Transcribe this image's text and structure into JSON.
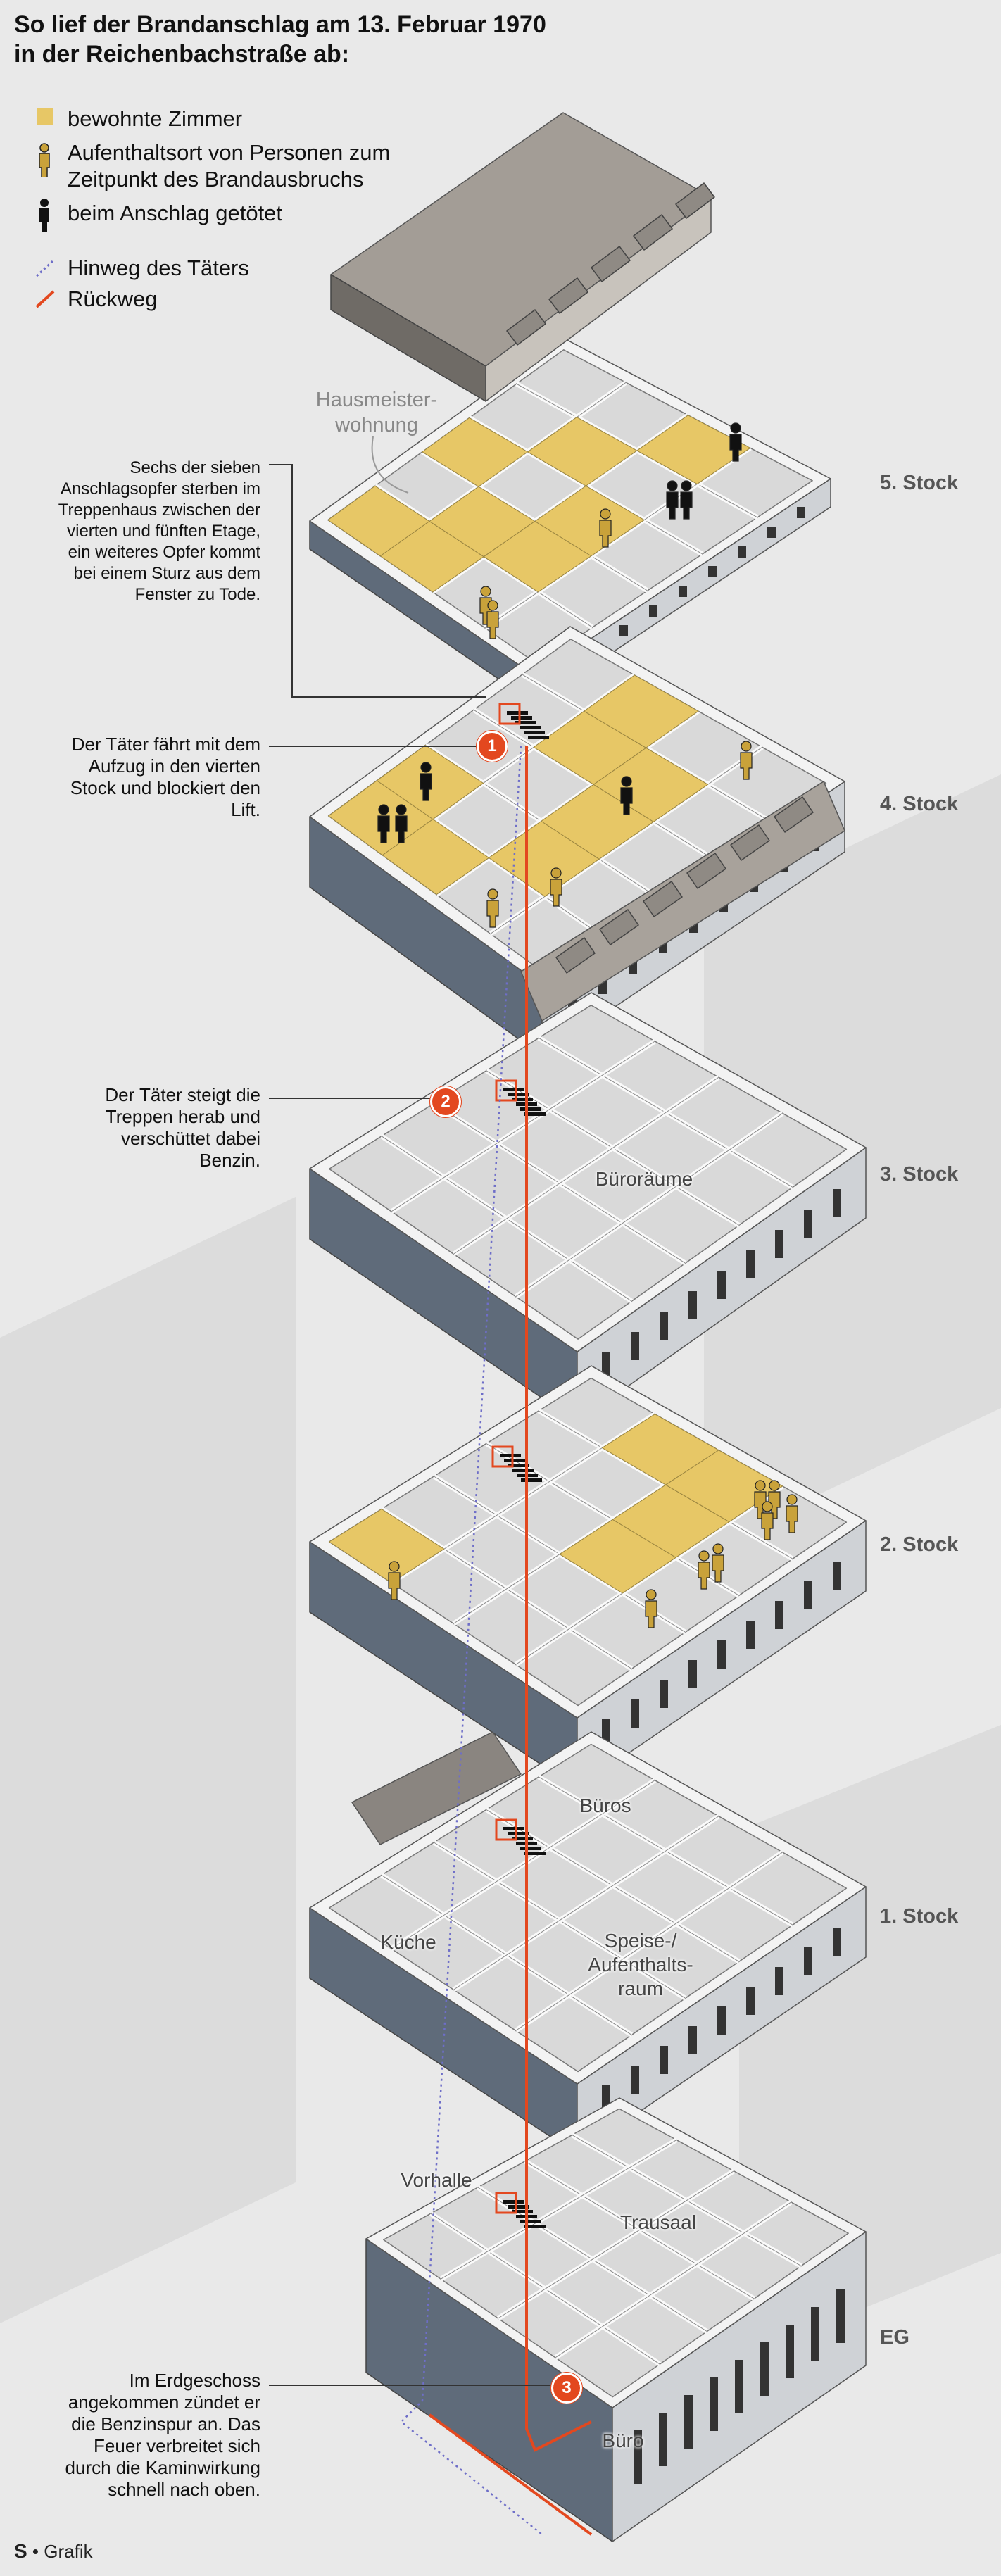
{
  "title": [
    "So lief der Brandanschlag am 13. Februar 1970",
    "in der Reichenbachstraße ab:"
  ],
  "legend": {
    "occupied_rooms": "bewohnte Zimmer",
    "person_location": [
      "Aufenthaltsort von Personen zum",
      "Zeitpunkt des Brandausbruchs"
    ],
    "killed": "beim Anschlag getötet",
    "route_in": "Hinweg des Täters",
    "route_out": "Rückweg"
  },
  "colors": {
    "occupied": "#e7c766",
    "route_out": "#e3481f",
    "route_in": "#6e6ec8",
    "marker": "#e3481f"
  },
  "annotations": {
    "victims": [
      "Sechs der sieben",
      "Anschlagsopfer sterben im",
      "Treppenhaus zwischen der",
      "vierten und fünften Etage,",
      "ein weiteres Opfer kommt",
      "bei einem Sturz aus dem",
      "Fenster zu Tode."
    ],
    "step1": [
      "Der Täter fährt mit dem",
      "Aufzug in den vierten",
      "Stock und blockiert den",
      "Lift."
    ],
    "step2": [
      "Der Täter steigt die",
      "Treppen herab und",
      "verschüttet dabei",
      "Benzin."
    ],
    "step3": [
      "Im Erdgeschoss",
      "angekommen zündet er",
      "die Benzinspur an. Das",
      "Feuer verbreitet sich",
      "durch die Kaminwirkung",
      "schnell nach oben."
    ]
  },
  "markers": [
    "1",
    "2",
    "3"
  ],
  "floors": [
    "5. Stock",
    "4. Stock",
    "3. Stock",
    "2. Stock",
    "1. Stock",
    "EG"
  ],
  "rooms": {
    "hausmeister": [
      "Hausmeister-",
      "wohnung"
    ],
    "buroraume": "Büroräume",
    "buros": "Büros",
    "kuche": "Küche",
    "speise": [
      "Speise-/",
      "Aufenthalts-",
      "raum"
    ],
    "vorhalle": "Vorhalle",
    "trausaal": "Trausaal",
    "buro": "Büro"
  },
  "source": {
    "logo": "S",
    "label": "Grafik"
  }
}
